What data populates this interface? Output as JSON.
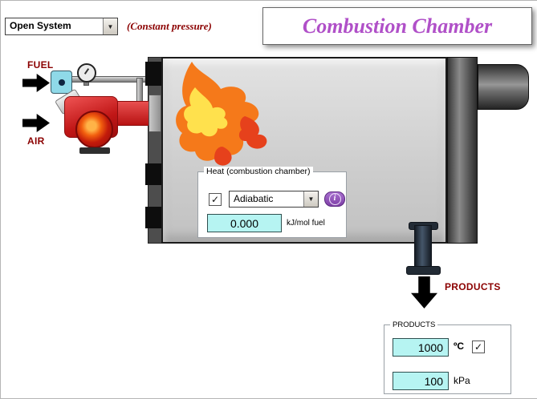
{
  "window": {
    "system_select": {
      "value": "Open System"
    },
    "pressure_note": "(Constant pressure)",
    "title": "Combustion Chamber"
  },
  "streams": {
    "fuel_label": "FUEL",
    "air_label": "AIR",
    "products_label": "PRODUCTS"
  },
  "heat_panel": {
    "title": "Heat (combustion chamber)",
    "checkbox_checked": true,
    "mode_select": {
      "value": "Adiabatic"
    },
    "value": "0.000",
    "unit": "kJ/mol fuel"
  },
  "products_panel": {
    "title": "PRODUCTS",
    "temperature": {
      "value": "1000",
      "unit": "ºC",
      "checkbox_checked": true
    },
    "pressure": {
      "value": "100",
      "unit": "kPa"
    }
  },
  "icons": {
    "dropdown_arrow": "▼",
    "check": "✓",
    "info": "i"
  },
  "colors": {
    "accent_red": "#8b0000",
    "title_purple": "#b050c8",
    "field_cyan": "#b6f4f2",
    "burner_red": "#c81e1e"
  }
}
